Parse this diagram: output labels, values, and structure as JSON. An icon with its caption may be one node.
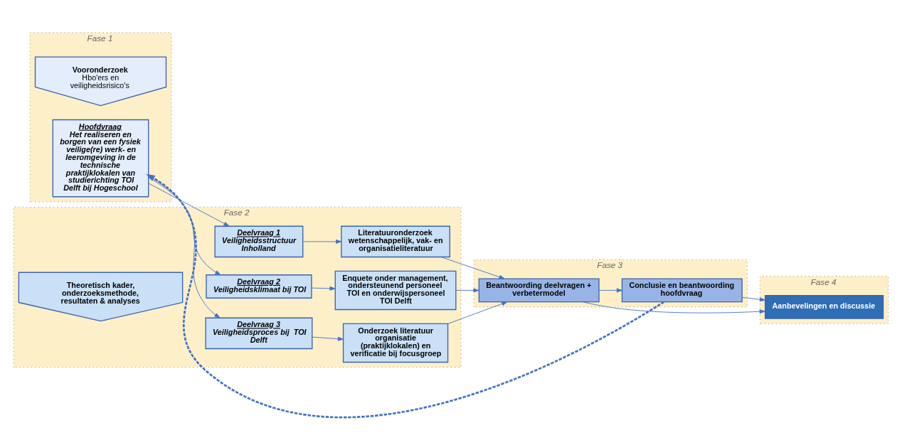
{
  "diagram": {
    "nodes": [
      {
        "text": [
          "Fase 1"
        ]
      },
      {
        "text": [
          "Vooronderzoek",
          "Hbo'ers en veiligheidsrisico's"
        ],
        "in": 0
      },
      {
        "text": [
          "Hoofdvraag",
          "Het realiseren en borgen van een fysiek veilige(re) werk- en leeromgeving in de technische praktijklokalen van studierichting TOI Delft bij Hogeschool"
        ],
        "in": 0
      },
      {
        "text": [
          "Fase 2"
        ]
      },
      {
        "text": [
          "Theoretisch kader, onderzoeksmethode, resultaten & analyses"
        ],
        "in": 3
      },
      {
        "text": [
          "Deelvraag 1",
          "Veiligheidsstructuur Inholland"
        ],
        "in": 3
      },
      {
        "text": [
          "Literatuuronderzoek wetenschappelijk, vak- en organisatieliteratuur"
        ],
        "in": 3
      },
      {
        "text": [
          "Deelvraag 2",
          "Veiligheidsklimaat bij TOI"
        ],
        "in": 3
      },
      {
        "text": [
          "Enquete onder management, ondersteunend personeel TOI en onderwijspersoneel TOI Delft"
        ],
        "in": 3
      },
      {
        "text": [
          "Deelvraag 3",
          "Veiligheidsproces bij  TOI Delft"
        ],
        "in": 3
      },
      {
        "text": [
          "Onderzoek literatuur organisatie (praktijklokalen) en verificatie bij focusgroep"
        ],
        "in": 3
      },
      {
        "text": [
          "Fase 3"
        ]
      },
      {
        "text": [
          "Beantwoording deelvragen + verbetermodel"
        ],
        "in": 11
      },
      {
        "text": [
          "Conclusie en beantwoording hoofdvraag"
        ],
        "in": 11
      },
      {
        "text": [
          "Fase 4"
        ]
      },
      {
        "text": [
          "Aanbevelingen en discussie"
        ],
        "in": 14
      }
    ],
    "edges": [
      {
        "from": 2,
        "to": 5,
        "arrow": "to"
      },
      {
        "from": 2,
        "to": 7,
        "arrow": "to"
      },
      {
        "from": 2,
        "to": 9,
        "arrow": "to"
      },
      {
        "from": 5,
        "to": 6,
        "arrow": "to"
      },
      {
        "from": 7,
        "to": 8,
        "arrow": "to"
      },
      {
        "from": 9,
        "to": 10,
        "arrow": "to"
      },
      {
        "from": 6,
        "to": 12,
        "arrow": "to"
      },
      {
        "from": 8,
        "to": 12,
        "arrow": "to"
      },
      {
        "from": 10,
        "to": 12,
        "arrow": "to"
      },
      {
        "from": 12,
        "to": 13,
        "arrow": "to"
      },
      {
        "from": 12,
        "to": 15,
        "arrow": "to"
      },
      {
        "from": 13,
        "to": 15,
        "arrow": "to"
      },
      {
        "from": 13,
        "to": 2,
        "arrow": "to",
        "style": "dashed"
      }
    ]
  }
}
